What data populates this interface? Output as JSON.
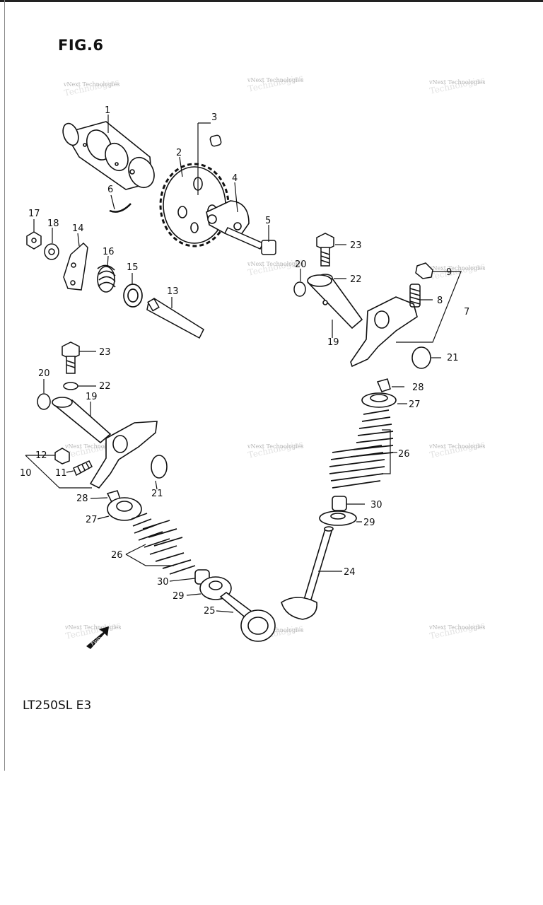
{
  "figure": {
    "title": "FIG.6",
    "model": "LT250SL  E3"
  },
  "watermark": {
    "text": "vNext Technologies"
  },
  "arrow_label": "FWD",
  "callouts": [
    {
      "id": "c1",
      "label": "1"
    },
    {
      "id": "c2",
      "label": "2"
    },
    {
      "id": "c3",
      "label": "3"
    },
    {
      "id": "c4",
      "label": "4"
    },
    {
      "id": "c5",
      "label": "5"
    },
    {
      "id": "c6",
      "label": "6"
    },
    {
      "id": "c7",
      "label": "7"
    },
    {
      "id": "c8",
      "label": "8"
    },
    {
      "id": "c9",
      "label": "9"
    },
    {
      "id": "c10",
      "label": "10"
    },
    {
      "id": "c11",
      "label": "11"
    },
    {
      "id": "c12",
      "label": "12"
    },
    {
      "id": "c13",
      "label": "13"
    },
    {
      "id": "c14",
      "label": "14"
    },
    {
      "id": "c15",
      "label": "15"
    },
    {
      "id": "c16",
      "label": "16"
    },
    {
      "id": "c17",
      "label": "17"
    },
    {
      "id": "c18",
      "label": "18"
    },
    {
      "id": "c19a",
      "label": "19"
    },
    {
      "id": "c19b",
      "label": "19"
    },
    {
      "id": "c20a",
      "label": "20"
    },
    {
      "id": "c20b",
      "label": "20"
    },
    {
      "id": "c21a",
      "label": "21"
    },
    {
      "id": "c21b",
      "label": "21"
    },
    {
      "id": "c22a",
      "label": "22"
    },
    {
      "id": "c22b",
      "label": "22"
    },
    {
      "id": "c23a",
      "label": "23"
    },
    {
      "id": "c23b",
      "label": "23"
    },
    {
      "id": "c24",
      "label": "24"
    },
    {
      "id": "c25",
      "label": "25"
    },
    {
      "id": "c26a",
      "label": "26"
    },
    {
      "id": "c26b",
      "label": "26"
    },
    {
      "id": "c27a",
      "label": "27"
    },
    {
      "id": "c27b",
      "label": "27"
    },
    {
      "id": "c28a",
      "label": "28"
    },
    {
      "id": "c28b",
      "label": "28"
    },
    {
      "id": "c29a",
      "label": "29"
    },
    {
      "id": "c29b",
      "label": "29"
    },
    {
      "id": "c30a",
      "label": "30"
    },
    {
      "id": "c30b",
      "label": "30"
    }
  ]
}
